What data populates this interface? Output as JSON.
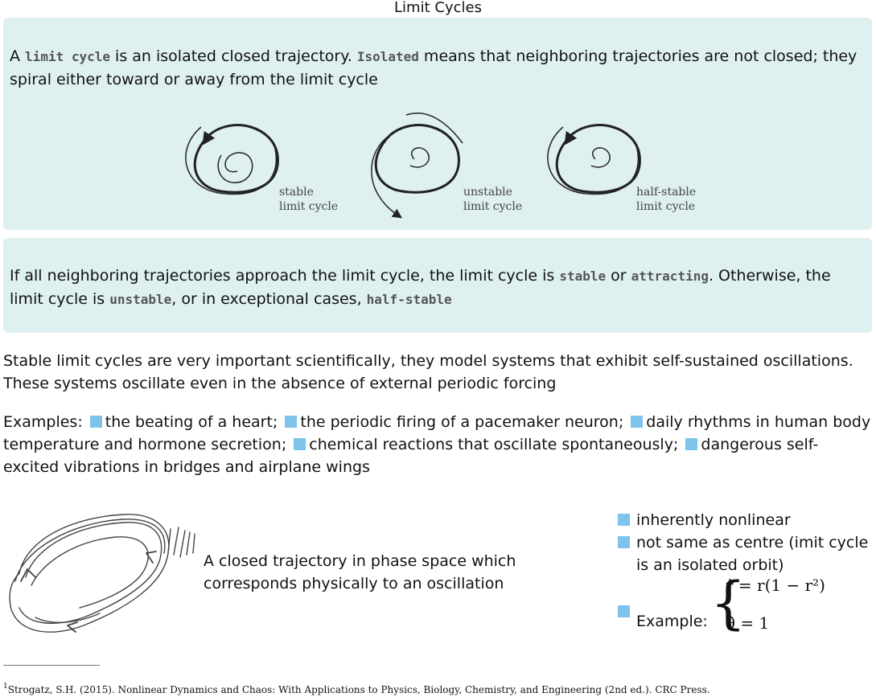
{
  "title": "Limit Cycles",
  "box1": {
    "t1": "A ",
    "c1": "limit cycle",
    "t2": " is an isolated closed trajectory. ",
    "c2": "Isolated",
    "t3": " means that neighboring trajectories are not closed; they spiral either toward or away from the limit cycle"
  },
  "figure": {
    "stable_1": "stable",
    "stable_2": "limit cycle",
    "unstable_1": "unstable",
    "unstable_2": "limit cycle",
    "half_1": "half-stable",
    "half_2": "limit cycle"
  },
  "box2": {
    "t1": "If all neighboring trajectories approach the limit cycle, the limit cycle is ",
    "c1": "stable",
    "t2": " or ",
    "c2": "attracting",
    "t3": ". Otherwise, the limit cycle is ",
    "c3": "unstable",
    "t4": ", or in exceptional cases, ",
    "c4": "half-stable"
  },
  "para3": "Stable limit cycles are very important scientifically, they model systems that exhibit self-sustained oscillations. These systems oscillate even in the absence of external periodic forcing",
  "examples": {
    "label": "Examples:",
    "items": [
      "the beating of a heart;",
      "the periodic firing of a pacemaker neuron;",
      "daily rhythms in human body temperature and hormone secretion;",
      "chemical reactions that oscillate spontaneously;",
      "dangerous self-excited vibrations in bridges and airplane wings"
    ]
  },
  "oscillation_caption": "A closed trajectory in phase space which corresponds physically to an oscillation",
  "right_list": {
    "item1": "inherently nonlinear",
    "item2": "not same as centre (imit cycle is an isolated orbit)",
    "example_label": "Example:",
    "eq1": "ṙ = r(1 − r²)",
    "eq2": "θ̇ = 1"
  },
  "footnote": {
    "mark": "1",
    "text": "Strogatz, S.H. (2015). Nonlinear Dynamics and Chaos: With Applications to Physics, Biology, Chemistry, and Engineering (2nd ed.). CRC Press."
  }
}
